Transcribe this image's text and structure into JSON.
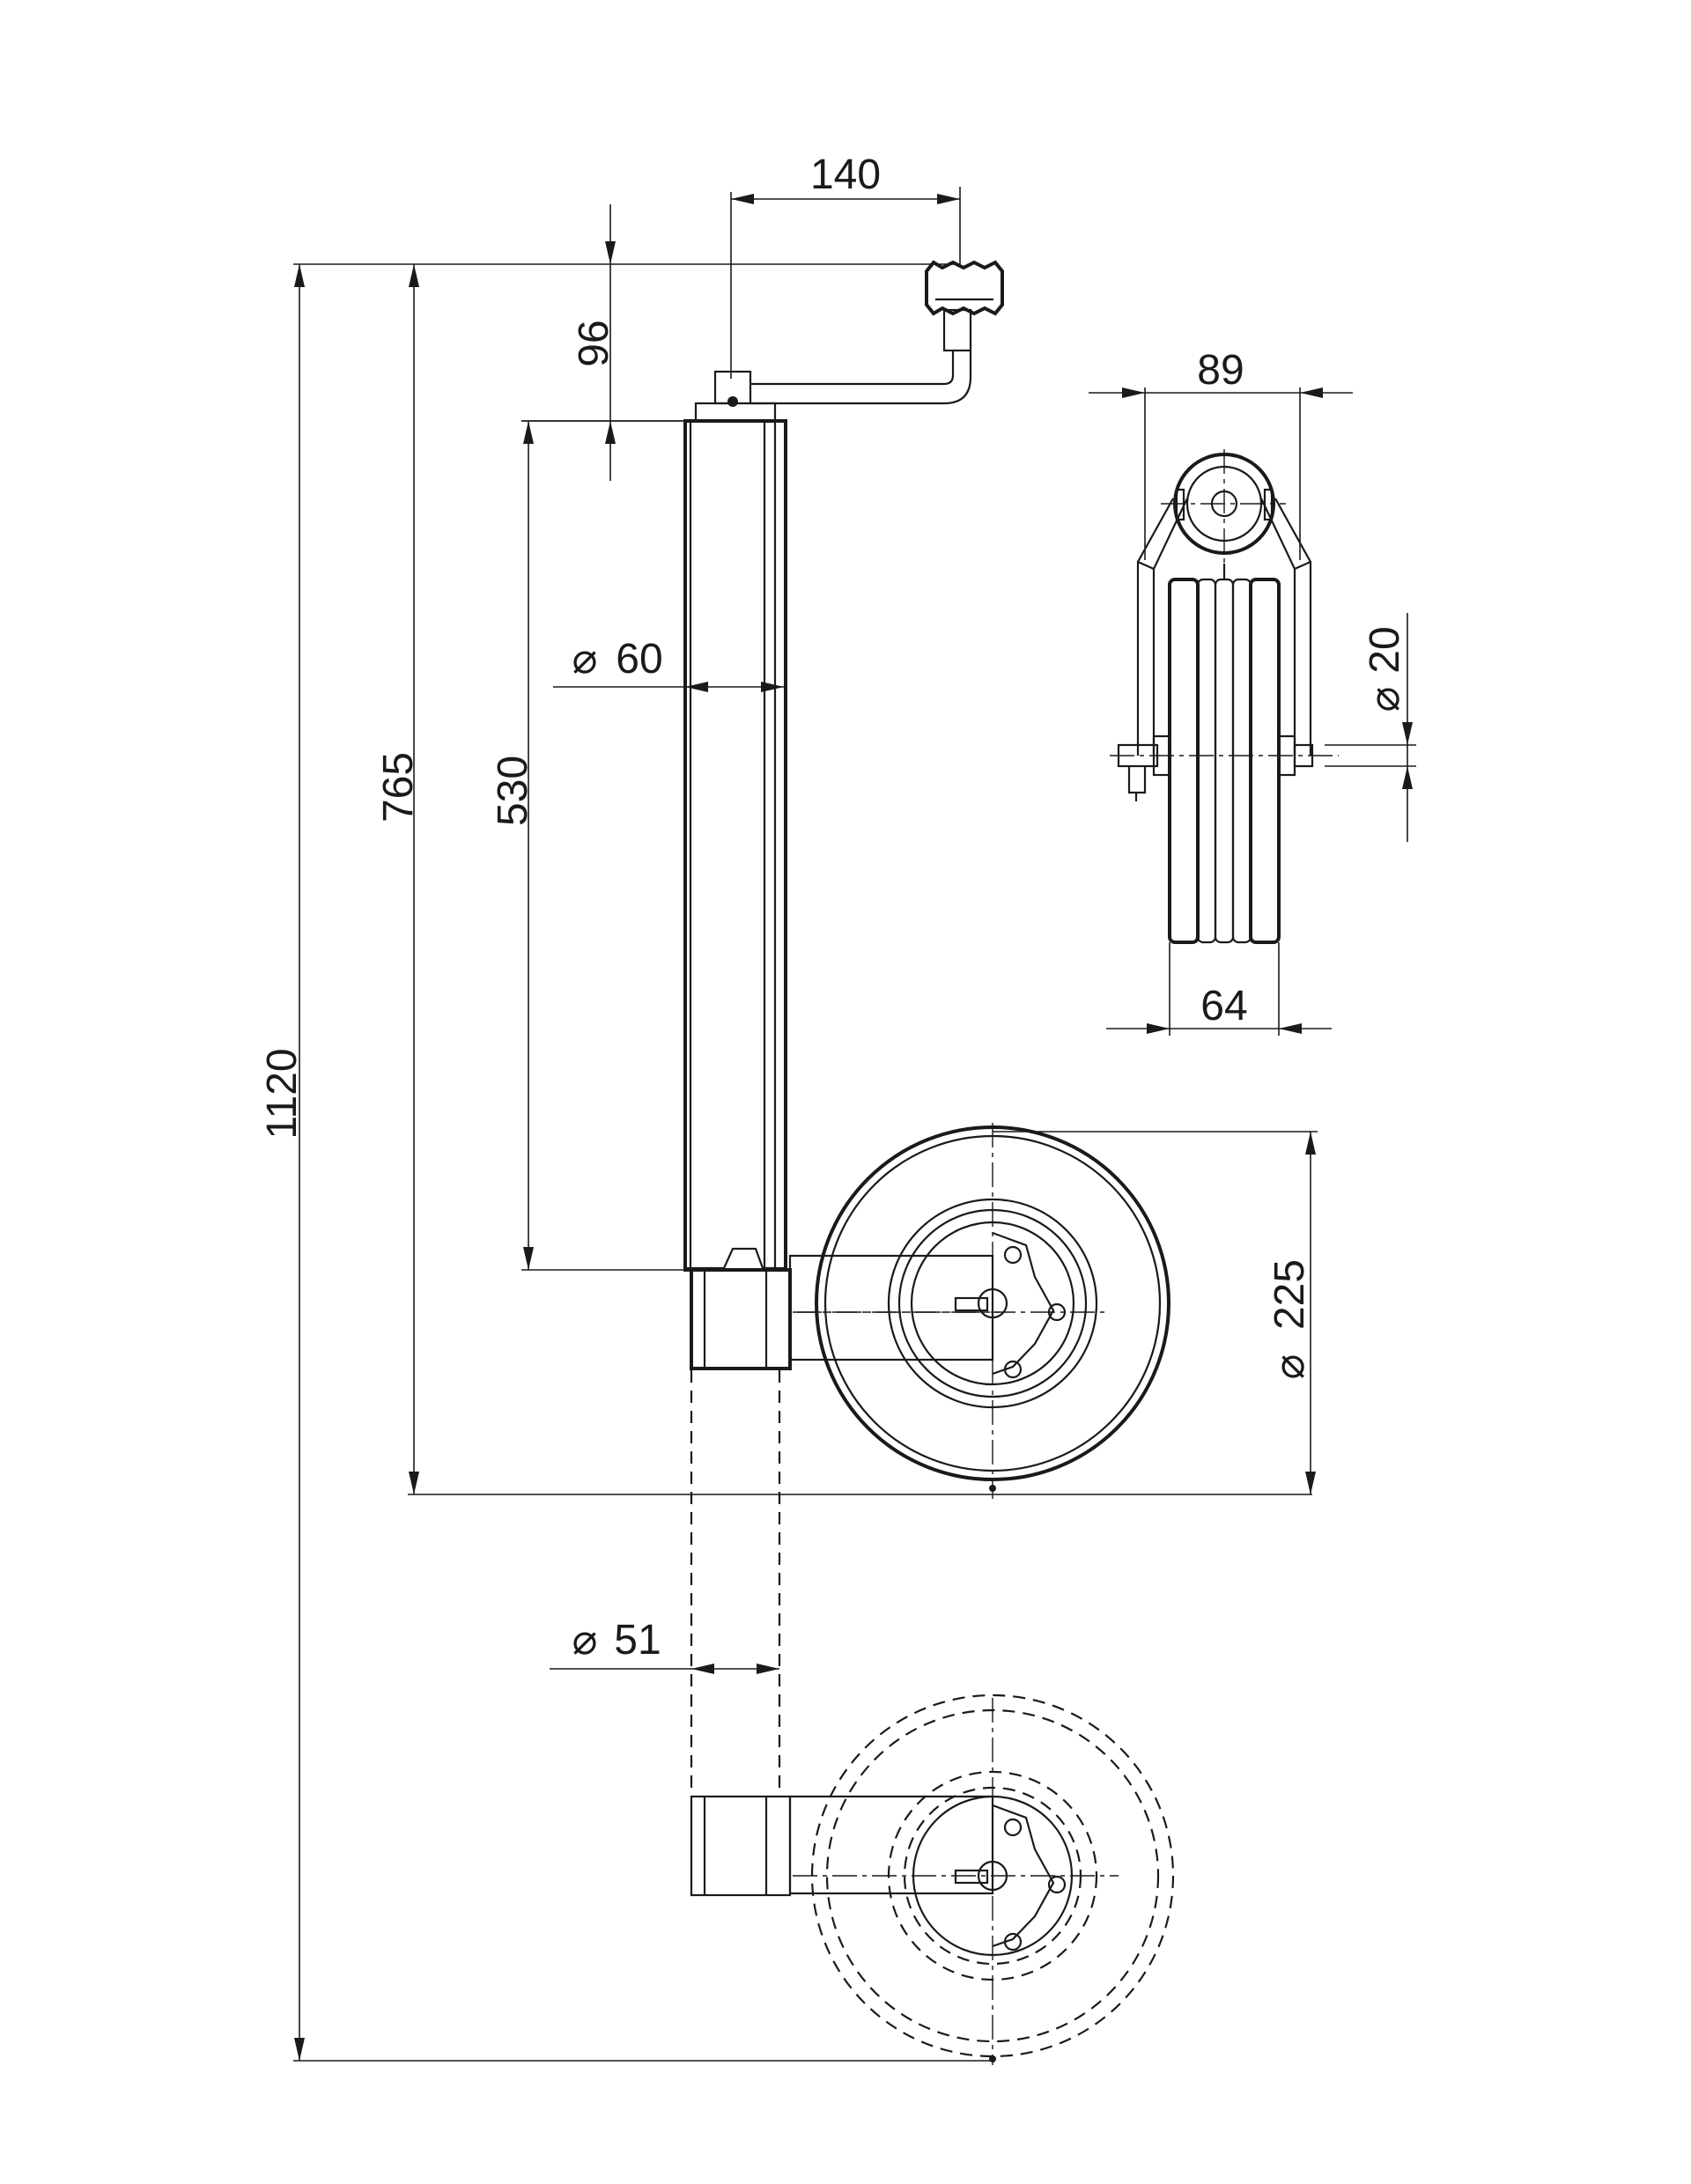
{
  "dimensions": {
    "crank_offset": "140",
    "handle_height": "96",
    "overall_height": "1120",
    "retracted_height": "765",
    "stroke": "530",
    "tube_diameter": "60",
    "inner_tube_diameter": "51",
    "wheel_diameter": "225",
    "fork_width": "89",
    "wheel_width": "64",
    "axle_diameter": "20"
  },
  "symbols": {
    "diameter": "⌀"
  }
}
